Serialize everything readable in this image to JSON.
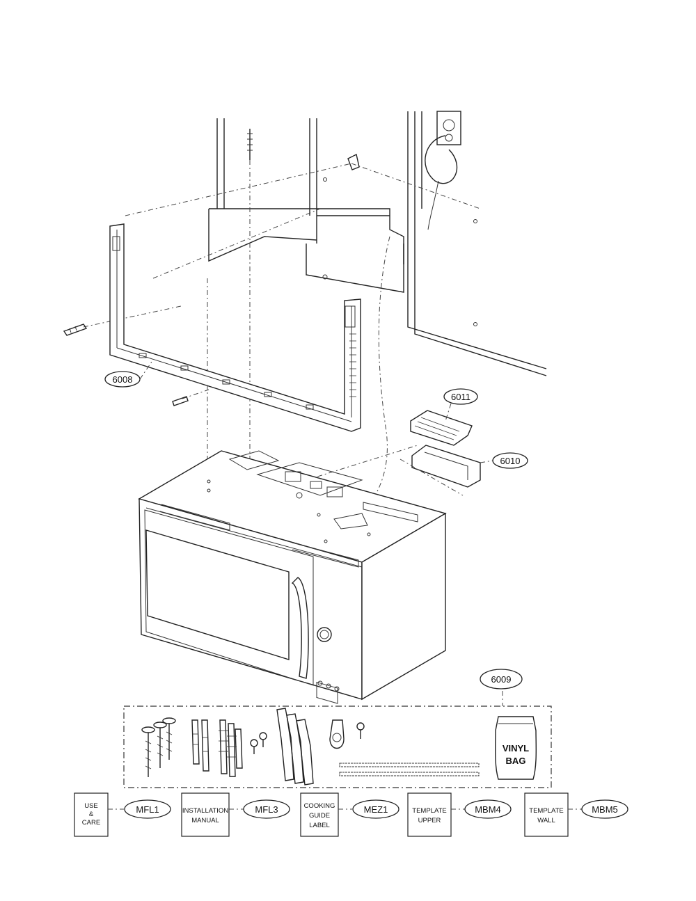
{
  "callouts": {
    "c6008": "6008",
    "c6011": "6011",
    "c6010": "6010",
    "c6009": "6009",
    "mfl1": "MFL1",
    "mfl3": "MFL3",
    "mez1": "MEZ1",
    "mbm4": "MBM4",
    "mbm5": "MBM5"
  },
  "bag_label": {
    "line1": "VINYL",
    "line2": "BAG"
  },
  "docs": {
    "use_care": [
      "USE",
      "&",
      "CARE"
    ],
    "installation_manual": [
      "INSTALLATION",
      "MANUAL"
    ],
    "cooking_guide_label": [
      "COOKING",
      "GUIDE",
      "LABEL"
    ],
    "template_upper": [
      "TEMPLATE",
      "UPPER"
    ],
    "template_wall": [
      "TEMPLATE",
      "WALL"
    ]
  },
  "icons": [
    "screw-icon",
    "wall-anchor-icon",
    "toggle-bolt-icon",
    "cord-clip-icon",
    "vinyl-bag-icon",
    "power-outlet-icon"
  ]
}
